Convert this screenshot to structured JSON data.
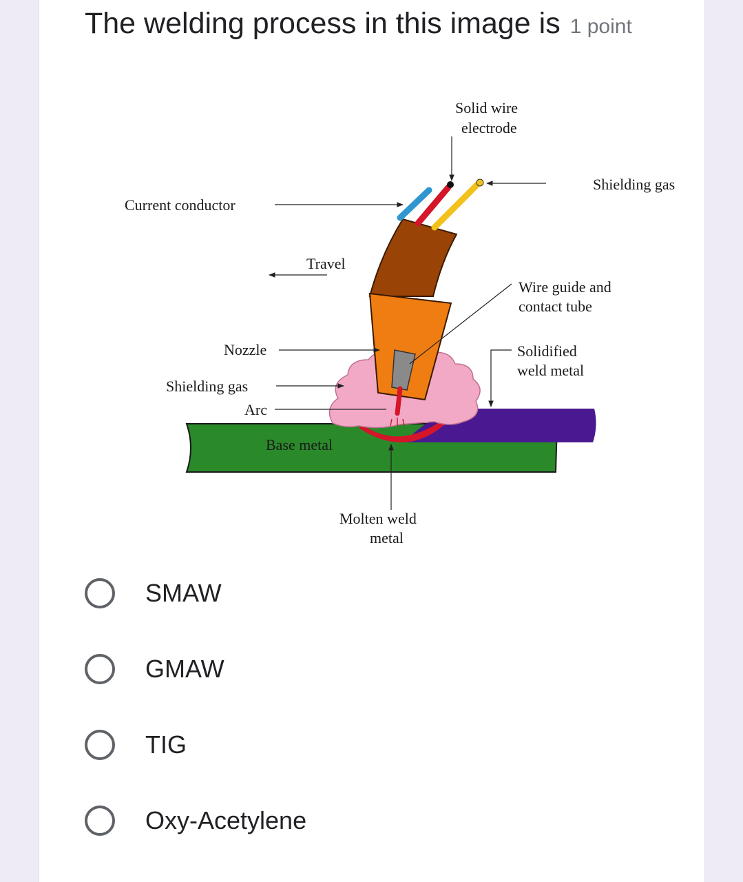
{
  "question": {
    "title": "The welding process in this image is",
    "points": "1 point"
  },
  "diagram": {
    "labels": {
      "solid_wire": "Solid  wire",
      "electrode": "electrode",
      "shielding_gas_top": "Shielding  gas",
      "current_conductor": "Current  conductor",
      "travel": "Travel",
      "wire_guide": "Wire  guide  and",
      "contact_tube": "contact  tube",
      "nozzle": "Nozzle",
      "solidified": "Solidified",
      "weld_metal": "weld  metal",
      "shielding_gas_left": "Shielding  gas",
      "arc": "Arc",
      "base_metal": "Base  metal",
      "molten_weld": "Molten  weld",
      "metal": "metal"
    },
    "colors": {
      "torch_dark": "#9a4306",
      "torch_nozzle": "#ef7d12",
      "shield_cloud": "#f2a9c6",
      "base_metal": "#2a8a2a",
      "solidified_metal": "#4a1890",
      "molten": "#d4152a",
      "wire_blue": "#2f96d0",
      "wire_red": "#d4152a",
      "wire_yellow": "#f2c21a"
    }
  },
  "options": [
    {
      "label": "SMAW",
      "selected": false
    },
    {
      "label": "GMAW",
      "selected": false
    },
    {
      "label": "TIG",
      "selected": false
    },
    {
      "label": "Oxy-Acetylene",
      "selected": false
    }
  ]
}
